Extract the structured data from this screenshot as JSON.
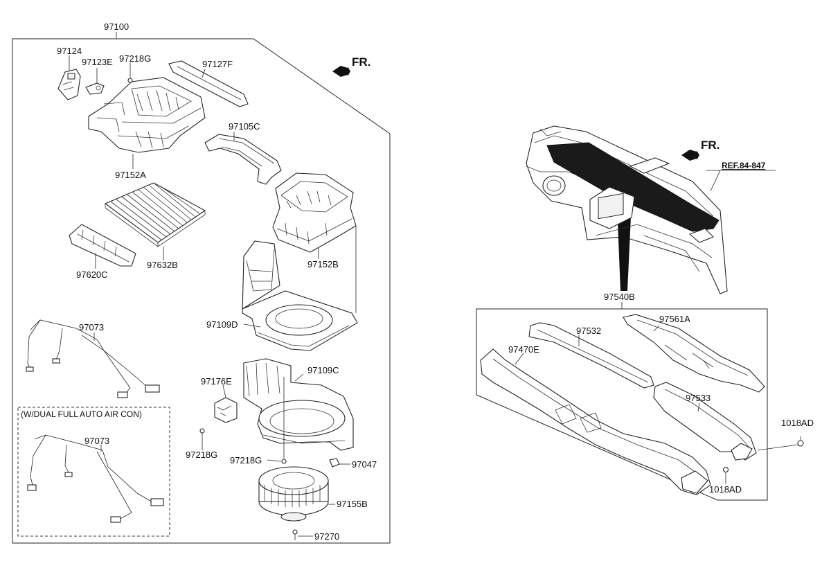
{
  "direction": {
    "front_left": "FR.",
    "front_right": "FR."
  },
  "reference": "REF.84-847",
  "option_box": "(W/DUAL FULL AUTO AIR CON)",
  "parts": {
    "blower_unit": "97100",
    "p97124": "97124",
    "p97123e": "97123E",
    "p97218g_top": "97218G",
    "p97127f": "97127F",
    "p97105c": "97105C",
    "p97152a": "97152A",
    "p97632b": "97632B",
    "p97620c": "97620C",
    "p97152b": "97152B",
    "p97109d": "97109D",
    "p97073": "97073",
    "p97073_option": "97073",
    "p97109c": "97109C",
    "p97176e": "97176E",
    "p97218g_left": "97218G",
    "p97218g_mid": "97218G",
    "p97047": "97047",
    "p97155b": "97155B",
    "p97270": "97270",
    "duct_assy": "97540B",
    "p97561a": "97561A",
    "p97532": "97532",
    "p97470e": "97470E",
    "p97533": "97533",
    "p1018ad_right": "1018AD",
    "p1018ad_bottom": "1018AD"
  }
}
